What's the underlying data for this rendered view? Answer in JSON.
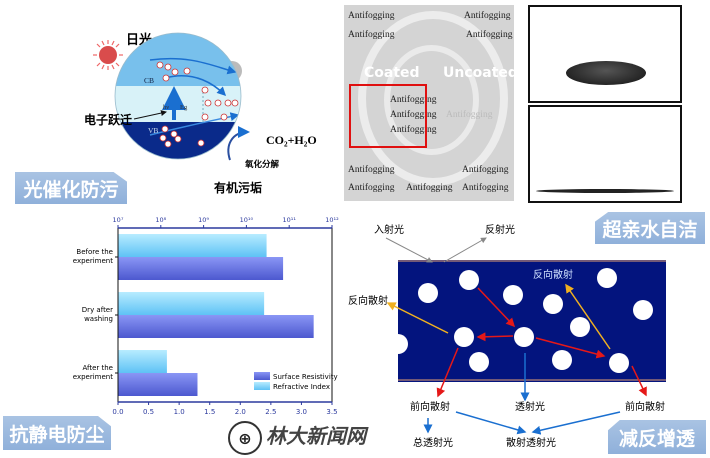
{
  "photocatalysis": {
    "badge": "光催化防污",
    "sun_label": "日光",
    "electron_label": "电子跃迁",
    "cb": "CB",
    "vb": "VB",
    "hv": "hν",
    "eg": "Eg",
    "products": "CO₂+H₂O",
    "oxidation": "氧化分解",
    "organic": "有机污垢"
  },
  "antifog": {
    "word": "Antifogging",
    "coated": "Coated",
    "uncoated": "Uncoated"
  },
  "hydrophilic": {
    "badge": "超亲水自洁"
  },
  "antistatic": {
    "badge": "抗静电防尘"
  },
  "chart_data": {
    "type": "bar",
    "orientation": "horizontal",
    "categories": [
      "Before the experiment",
      "Dry after washing",
      "After the experiment"
    ],
    "category_lines": [
      [
        "Before the",
        "experiment"
      ],
      [
        "Dry after",
        "washing"
      ],
      [
        "After the",
        "experiment"
      ]
    ],
    "series": [
      {
        "name": "Refractive Index",
        "values": [
          2.43,
          2.39,
          0.8
        ],
        "color": "#6cc8f5"
      },
      {
        "name": "Surface Resistivity",
        "values": [
          2.7,
          3.2,
          1.3
        ],
        "color": "#6a78e0"
      }
    ],
    "legend_order": [
      "Surface Resistivity",
      "Refractive Index"
    ],
    "xlim": [
      0,
      3.5
    ],
    "xticks": [
      "0.0",
      "0.5",
      "1.0",
      "1.5",
      "2.0",
      "2.5",
      "3.0",
      "3.5"
    ],
    "top_axis_ticks": [
      "10⁷",
      "10⁸",
      "10⁹",
      "10¹⁰",
      "10¹¹",
      "10¹²"
    ],
    "legend": "bottom-right"
  },
  "scattering": {
    "incident": "入射光",
    "reflected": "反射光",
    "back_scatter": "反向散射",
    "forward_scatter": "前向散射",
    "transmitted": "透射光",
    "total_transmitted": "总透射光",
    "scattered_transmitted": "散射透射光",
    "badge": "减反增透"
  },
  "watermark": "林大新闻网"
}
